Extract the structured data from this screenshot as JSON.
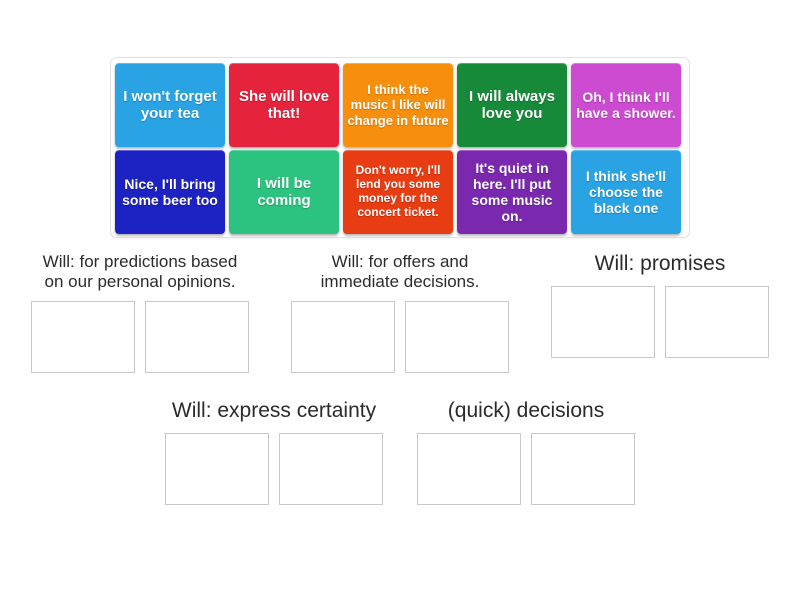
{
  "activity": {
    "type": "group-sort",
    "tiles": [
      [
        {
          "text": "I won't forget your tea",
          "color": "#29a3e3",
          "size": "fs15"
        },
        {
          "text": "She will love that!",
          "color": "#e5233d",
          "size": "fs15"
        },
        {
          "text": "I think the music I like will change in future",
          "color": "#f78f0d",
          "size": "fs13"
        },
        {
          "text": "I will always love you",
          "color": "#178a3a",
          "size": "fs15"
        },
        {
          "text": "Oh, I think I'll have a shower.",
          "color": "#cc4bd1",
          "size": "fs14"
        }
      ],
      [
        {
          "text": "Nice, I'll bring some beer too",
          "color": "#1d22c2",
          "size": "fs14"
        },
        {
          "text": "I will be coming",
          "color": "#2cc27f",
          "size": "fs15"
        },
        {
          "text": "Don't worry, I'll lend you some money for the concert ticket.",
          "color": "#e83c12",
          "size": "fs12"
        },
        {
          "text": "It's quiet in here. I'll put some music on.",
          "color": "#7a29ae",
          "size": "fs14"
        },
        {
          "text": "I think she'll choose the black one",
          "color": "#29a3e3",
          "size": "fs14"
        }
      ]
    ],
    "categories_row1": [
      {
        "label": "Will: for predictions based\non our personal opinions.",
        "label_size": "label-sm",
        "slots": 2
      },
      {
        "label": "Will: for offers and\nimmediate decisions.",
        "label_size": "label-sm",
        "slots": 2
      },
      {
        "label": "Will: promises",
        "label_size": "label-lg",
        "slots": 2
      }
    ],
    "categories_row2": [
      {
        "label": "Will: express certainty",
        "label_size": "label-lg",
        "slots": 2
      },
      {
        "label": "(quick) decisions",
        "label_size": "label-lg",
        "slots": 2
      }
    ]
  }
}
